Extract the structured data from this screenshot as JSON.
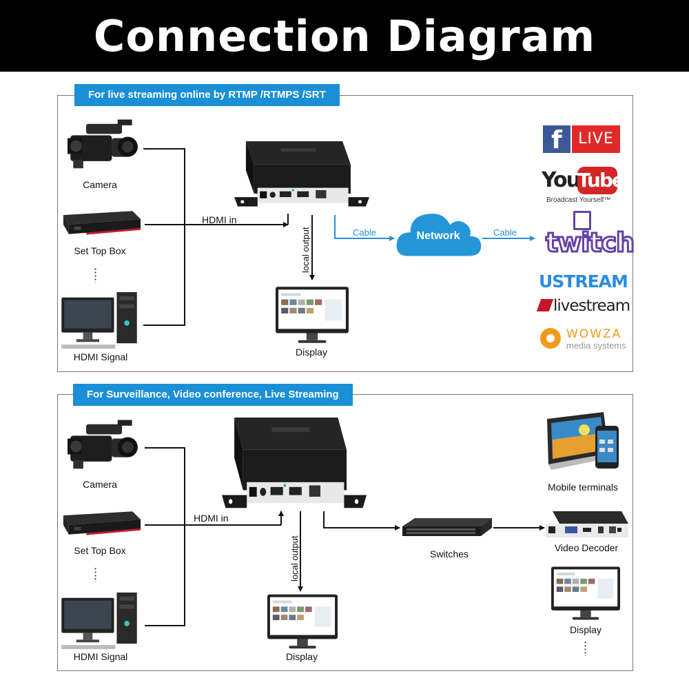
{
  "header": {
    "title": "Connection Diagram"
  },
  "panel1": {
    "tag": "For live streaming online by RTMP /RTMPS /SRT",
    "sources": [
      "Camera",
      "Set Top Box",
      "HDMI Signal"
    ],
    "hdmi_in": "HDMI in",
    "local_output": "local output",
    "display": "Display",
    "cable_left": "Cable",
    "cable_right": "Cable",
    "network": "Network",
    "platforms": {
      "facebook_f": "f",
      "facebook_live": "LIVE",
      "youtube_you": "You",
      "youtube_tube": "Tube",
      "youtube_sub": "Broadcast Yourself™",
      "twitch": "twitch",
      "ustream": "USTREAM",
      "livestream": "livestream",
      "wowza": "WOWZA",
      "wowza_sub": "media systems"
    }
  },
  "panel2": {
    "tag": "For Surveillance, Video conference, Live Streaming",
    "sources": [
      "Camera",
      "Set Top Box",
      "HDMI Signal"
    ],
    "hdmi_in": "HDMI in",
    "local_output": "local output",
    "display": "Display",
    "switches": "Switches",
    "mobile_terminals": "Mobile terminals",
    "video_decoder": "Video Decoder",
    "display_right": "Display"
  },
  "colors": {
    "accent": "#1a8fd6",
    "cable_line": "#2a8fd0",
    "cloud": "#2496d8"
  },
  "icons": [
    "camera-icon",
    "set-top-box-icon",
    "computer-icon",
    "encoder-device-icon",
    "monitor-icon",
    "cloud-icon",
    "network-switch-icon",
    "tablet-icon",
    "smartphone-icon",
    "video-decoder-icon"
  ]
}
